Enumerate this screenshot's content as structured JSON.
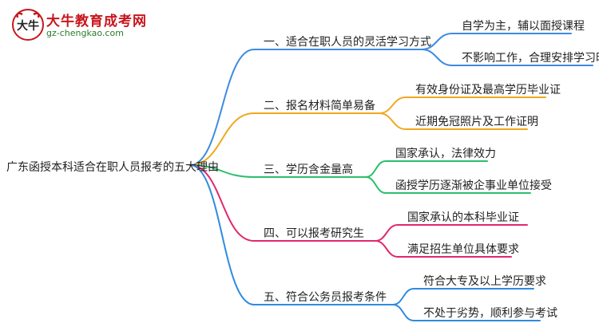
{
  "brand": {
    "name": "大牛教育成考网",
    "url": "gz-chengkao.com",
    "mark_text": "大牛"
  },
  "root": "广东函授本科适合在职人员报考的五大理由",
  "branches": [
    {
      "label": "一、适合在职人员的灵活学习方式",
      "color": "#3d8be0",
      "children": [
        "自学为主，辅以面授课程",
        "不影响工作，合理安排学习时间"
      ]
    },
    {
      "label": "二、报名材料简单易备",
      "color": "#f0a81c",
      "children": [
        "有效身份证及最高学历毕业证",
        "近期免冠照片及工作证明"
      ]
    },
    {
      "label": "三、学历含金量高",
      "color": "#2bbf6a",
      "children": [
        "国家承认，法律效力",
        "函授学历逐渐被企事业单位接受"
      ]
    },
    {
      "label": "四、可以报考研究生",
      "color": "#e0286e",
      "children": [
        "国家承认的本科毕业证",
        "满足招生单位具体要求"
      ]
    },
    {
      "label": "五、符合公务员报考条件",
      "color": "#2f8be0",
      "children": [
        "符合大专及以上学历要求",
        "不处于劣势，顺利参与考试"
      ]
    }
  ]
}
